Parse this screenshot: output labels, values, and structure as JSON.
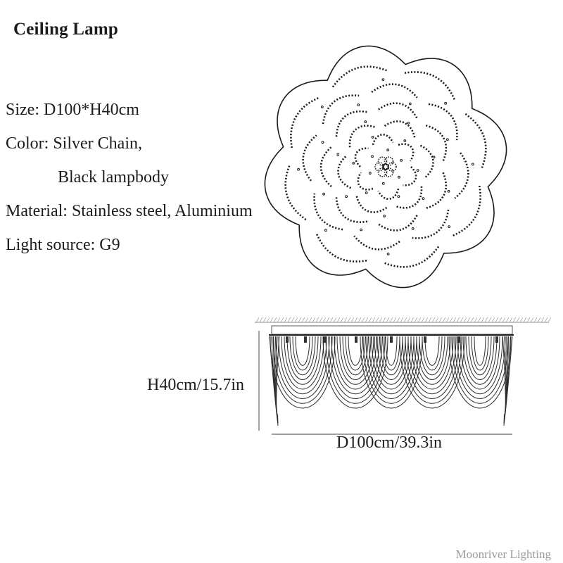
{
  "title": "Ceiling Lamp",
  "specs": {
    "size": "Size: D100*H40cm",
    "color": "Color: Silver Chain,",
    "color_cont": "Black lampbody",
    "material": "Material: Stainless steel, Aluminium",
    "light_source": "Light source: G9"
  },
  "dimensions": {
    "height": "H40cm/15.7in",
    "diameter": "D100cm/39.3in"
  },
  "watermark": "Moonriver Lighting"
}
